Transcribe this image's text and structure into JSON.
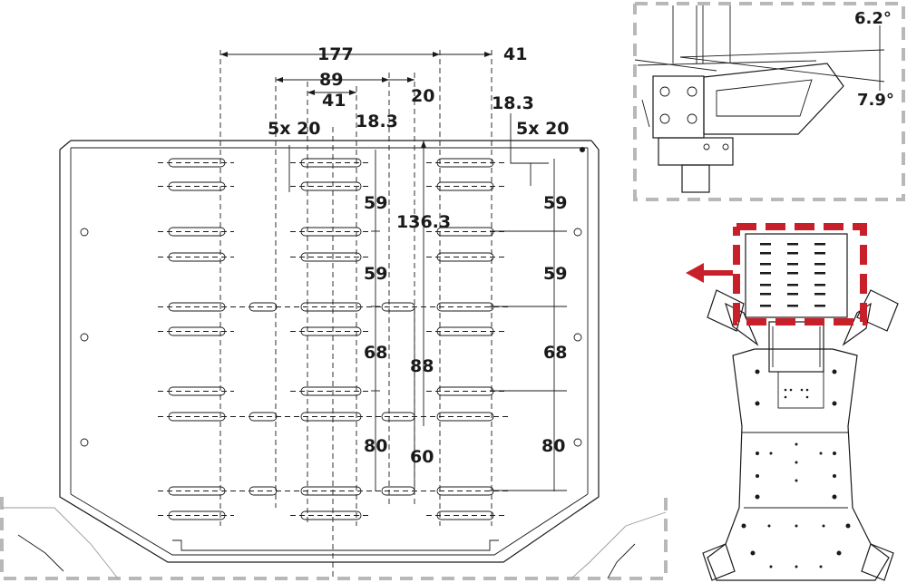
{
  "main_view": {
    "dimensions": {
      "d177": "177",
      "d41_top": "41",
      "d89": "89",
      "d20_top": "20",
      "d41_inner": "41",
      "d18_3_left": "18.3",
      "d18_3_right": "18.3",
      "d5x20_left": "5x 20",
      "d5x20_right": "5x 20",
      "d59_a": "59",
      "d59_b": "59",
      "d59_c": "59",
      "d59_d": "59",
      "d136_3": "136.3",
      "d68_a": "68",
      "d68_b": "68",
      "d88": "88",
      "d80_a": "80",
      "d80_b": "80",
      "d60": "60"
    }
  },
  "side_view": {
    "angle_up": "6.2°",
    "angle_down": "7.9°"
  },
  "colors": {
    "line": "#1a1a1a",
    "frame": "#b8b8b8",
    "highlight": "#c8202a",
    "arrow": "#c8202a"
  }
}
